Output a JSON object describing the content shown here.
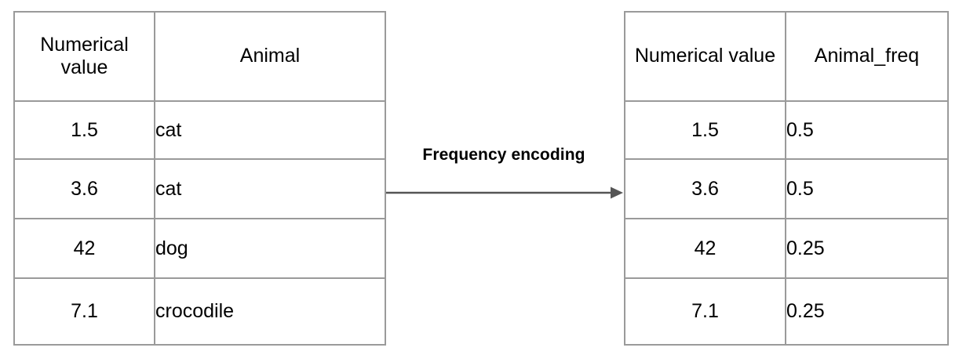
{
  "diagram": {
    "title": "Frequency encoding",
    "arrow_color": "#555555",
    "border_color": "#9a9a9a",
    "text_color": "#000000",
    "background_color": "#ffffff"
  },
  "transform": {
    "label": "Frequency encoding",
    "arrow_icon": "arrow-right-icon",
    "direction": "left-to-right"
  },
  "source_table": {
    "name": "input-table",
    "headers": [
      "Numerical value",
      "Animal"
    ],
    "rows": [
      [
        "1.5",
        "cat"
      ],
      [
        "3.6",
        "cat"
      ],
      [
        "42",
        "dog"
      ],
      [
        "7.1",
        "crocodile"
      ]
    ]
  },
  "result_table": {
    "name": "output-table",
    "headers": [
      "Numerical value",
      "Animal_freq"
    ],
    "rows": [
      [
        "1.5",
        "0.5"
      ],
      [
        "3.6",
        "0.5"
      ],
      [
        "42",
        "0.25"
      ],
      [
        "7.1",
        "0.25"
      ]
    ]
  }
}
